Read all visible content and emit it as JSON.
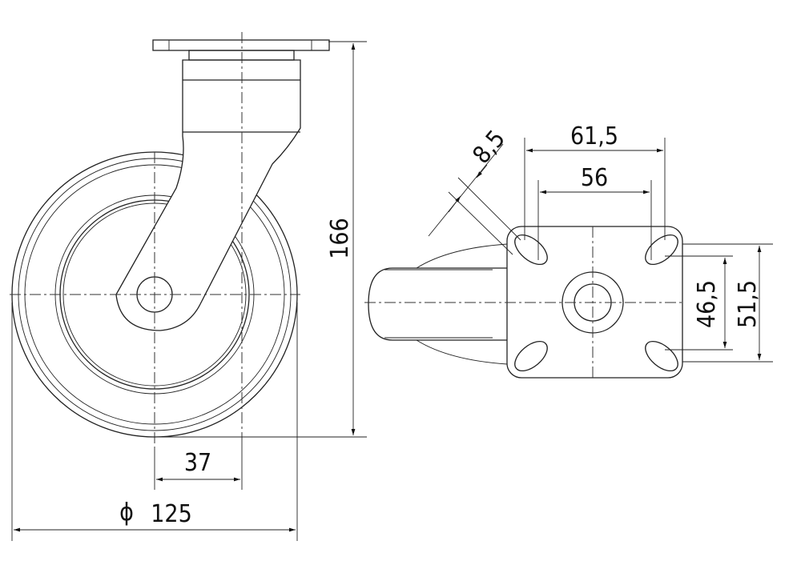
{
  "drawing": {
    "title": "Swivel castor technical drawing",
    "dimensions": {
      "height": "166",
      "offset": "37",
      "wheel_diameter_symbol": "ϕ",
      "wheel_diameter": "125",
      "plate_length": "61,5",
      "hole_spacing_length": "56",
      "hole_spacing_width": "46,5",
      "plate_width": "51,5",
      "hole_size": "8,5"
    },
    "colors": {
      "line": "#222222",
      "background": "#ffffff"
    }
  }
}
